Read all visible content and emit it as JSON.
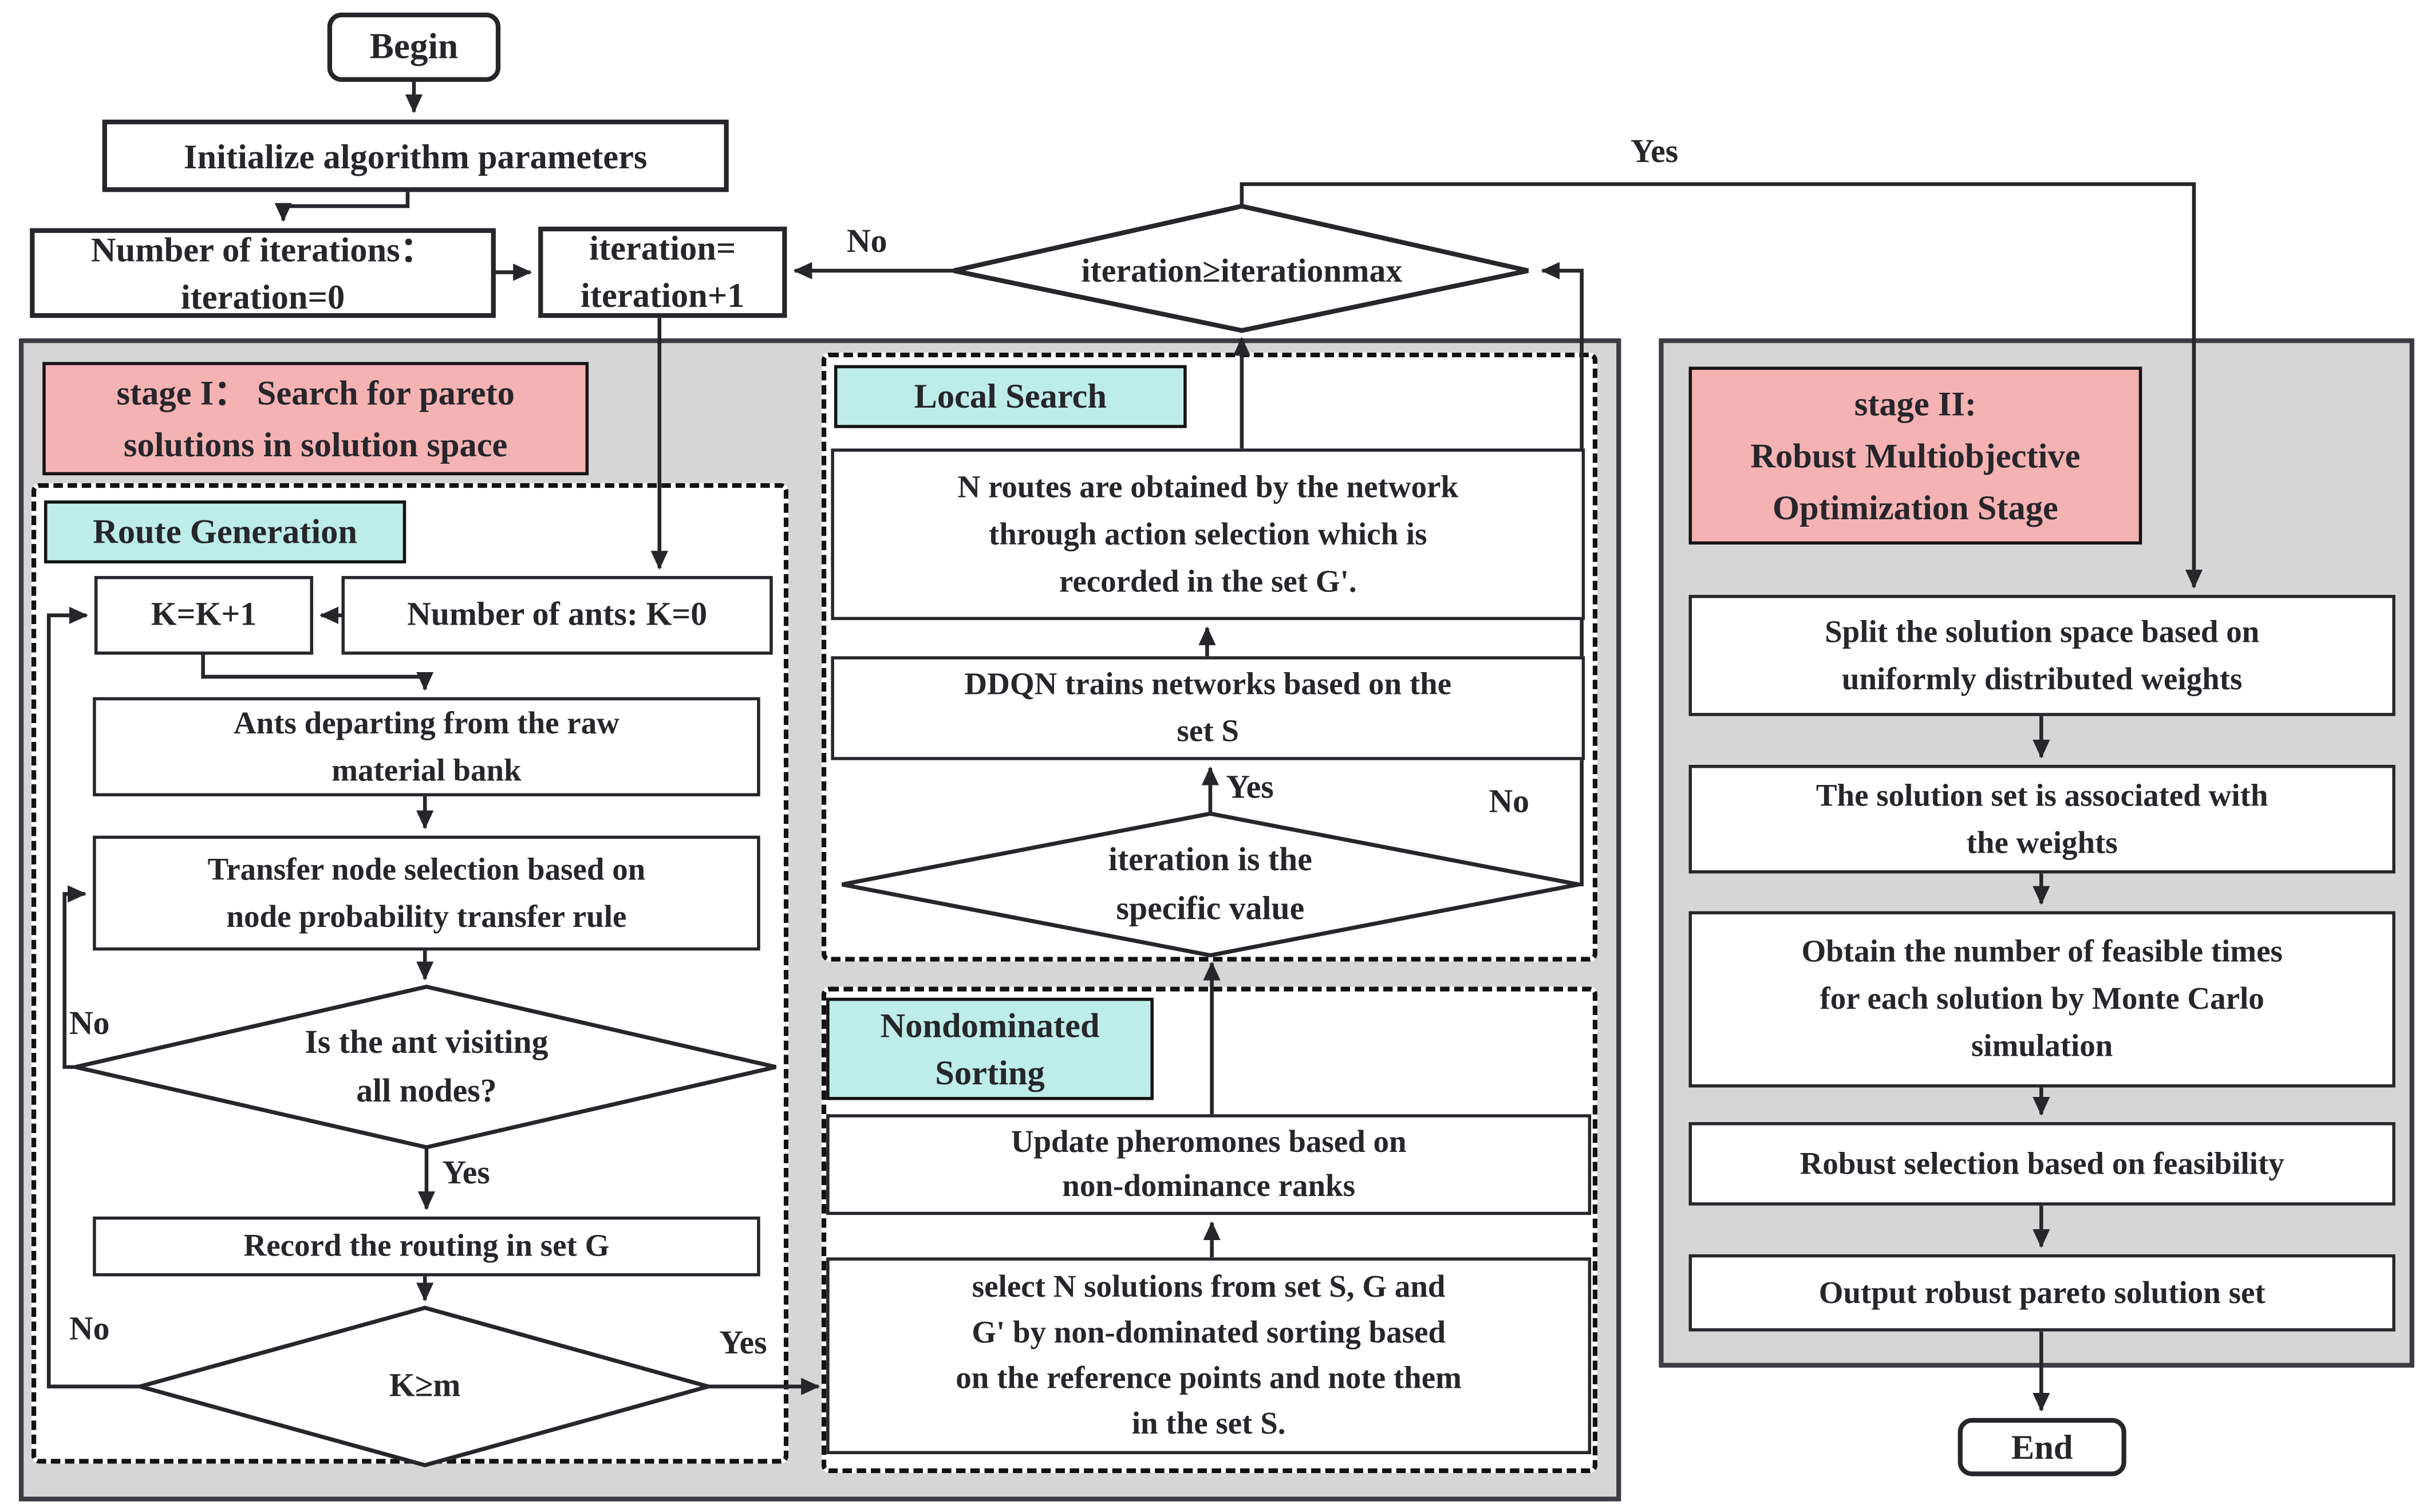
{
  "diagram_title": "Two-stage robust multiobjective optimization flowchart",
  "colors": {
    "pink": "#f4b2b2",
    "cyan": "#bdecea",
    "gray": "#d6d6d6",
    "line": "#26262b"
  },
  "nodes": {
    "begin": {
      "text": "Begin"
    },
    "initialize": {
      "text": "Initialize algorithm parameters"
    },
    "num_iterations": {
      "text": "Number of iterations：\niteration=0"
    },
    "iteration_inc": {
      "text": "iteration=\niteration+1"
    },
    "iteration_check": {
      "text": "iteration≥iterationmax"
    },
    "stage1_label": {
      "text": "stage I： Search for pareto\nsolutions in solution space"
    },
    "route_generation": {
      "text": "Route Generation"
    },
    "k_inc": {
      "text": "K=K+1"
    },
    "num_ants": {
      "text": "Number of ants: K=0"
    },
    "ants_departing": {
      "text": "Ants departing from the raw\nmaterial bank"
    },
    "transfer_node": {
      "text": "Transfer node selection based on\nnode probability transfer rule"
    },
    "ant_visiting_check": {
      "text": "Is the ant visiting\nall nodes?"
    },
    "record_routing": {
      "text": "Record the routing in set G"
    },
    "k_check": {
      "text": "K≥m"
    },
    "local_search": {
      "text": "Local Search"
    },
    "n_routes": {
      "text": "N routes are obtained by the network\nthrough action selection which is\nrecorded in the set G'."
    },
    "ddqn": {
      "text": "DDQN trains networks based on the\nset S"
    },
    "iter_specific_check": {
      "text": "iteration is the\nspecific value"
    },
    "nondominated": {
      "text": "Nondominated\nSorting"
    },
    "update_pheromones": {
      "text": "Update pheromones based on\nnon-dominance ranks"
    },
    "select_solutions": {
      "text": "select N solutions from set S, G and\nG' by non-dominated sorting based\non the reference points and note them\nin the set S."
    },
    "stage2_label": {
      "text": "stage II:\nRobust Multiobjective\nOptimization Stage"
    },
    "split_solution": {
      "text": "Split the solution space based on\nuniformly distributed weights"
    },
    "solution_set": {
      "text": "The solution set is associated with\nthe weights"
    },
    "obtain_feasible": {
      "text": "Obtain the number of feasible times\nfor each solution by Monte Carlo\nsimulation"
    },
    "robust_selection": {
      "text": "Robust selection based on feasibility"
    },
    "output_robust": {
      "text": "Output robust pareto solution set"
    },
    "end": {
      "text": "End"
    }
  },
  "edge_labels": {
    "top_no": "No",
    "top_yes": "Yes",
    "ant_no": "No",
    "ant_yes": "Yes",
    "km_no": "No",
    "km_yes": "Yes",
    "specific_yes": "Yes",
    "specific_no": "No"
  }
}
